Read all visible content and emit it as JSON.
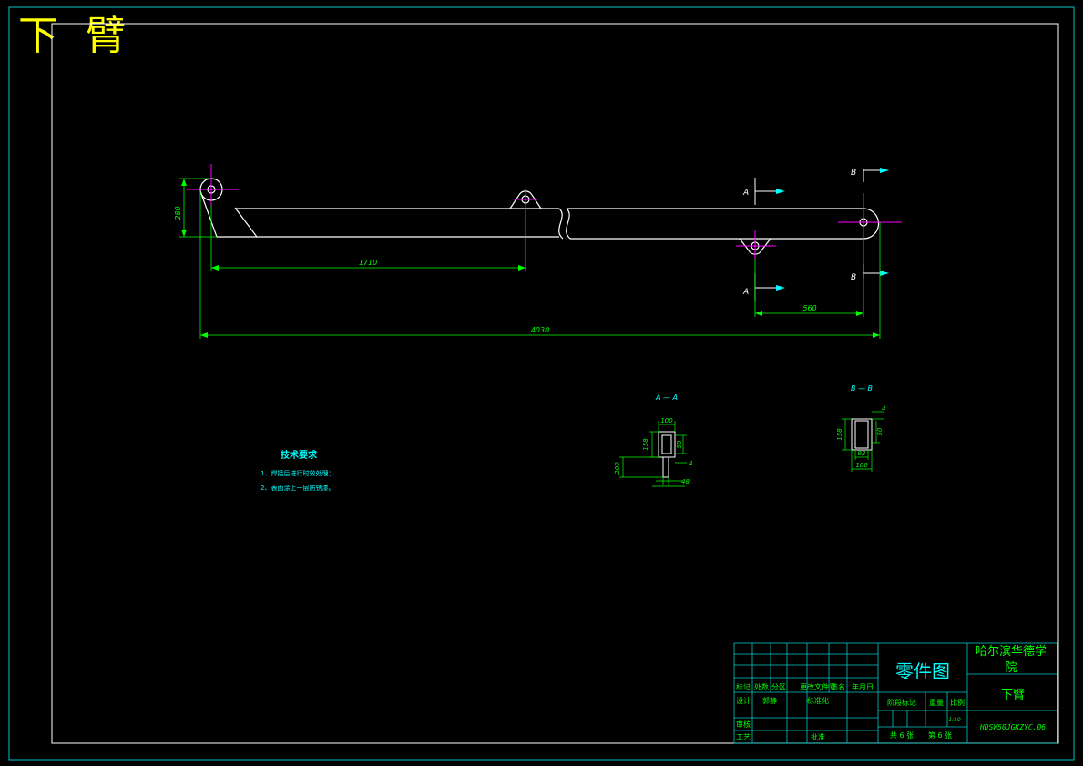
{
  "heading": "下 臂",
  "colors": {
    "background": "#000000",
    "frame": "#00c8c8",
    "outline": "#ffffff",
    "dimension": "#00ff00",
    "center_mark": "#ff00ff",
    "text_cyan": "#00ffff",
    "heading": "#ffff00"
  },
  "dimensions": {
    "height_280": "280",
    "len_1710": "1710",
    "len_4030": "4030",
    "len_560": "560",
    "sec_a_100": "100",
    "sec_a_158": "158",
    "sec_a_50": "50",
    "sec_a_4": "4",
    "sec_a_200": "200",
    "sec_a_48": "48",
    "sec_b_4": "4",
    "sec_b_158": "158",
    "sec_b_50": "50",
    "sec_b_92": "92",
    "sec_b_100": "100"
  },
  "section_labels": {
    "a": "A",
    "b": "B",
    "a_title": "A — A",
    "b_title": "B — B"
  },
  "notes": {
    "title": "技术要求",
    "line1": "1、焊接后进行时效处理；",
    "line2": "2、表面涂上一层防锈漆。"
  },
  "title_block": {
    "part_type": "零件图",
    "school": "哈尔滨华德学",
    "school2": "院",
    "part_name": "下臂",
    "drawing_no": "HDSW50JGKZYC.06",
    "scale": "1:10",
    "row_marks": [
      "标记",
      "处数",
      "分区",
      "更改文件号",
      "签名",
      "年月日"
    ],
    "design": "设计",
    "designer": "郭静",
    "standardize": "标准化",
    "review": "审核",
    "process": "工艺",
    "approve": "批准",
    "stage": "阶段标记",
    "weight": "重量",
    "ratio": "比例",
    "sheets": "共 6 张",
    "sheet_no": "第 6 张"
  }
}
